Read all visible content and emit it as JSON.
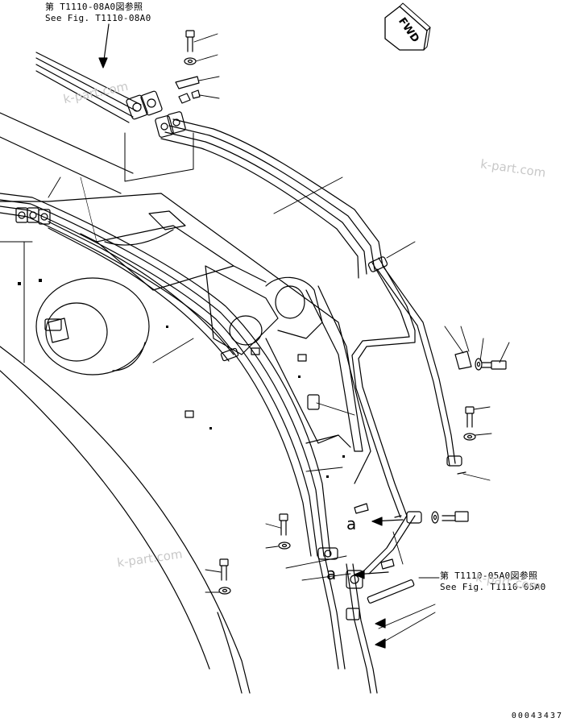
{
  "references": {
    "top": {
      "line1": "第 T1110-08A0図参照",
      "line2": "See Fig. T1110-08A0"
    },
    "bottom": {
      "line1": "第 T1110-05A0図参照",
      "line2": "See Fig. T1110-05A0"
    }
  },
  "direction_label": "FWD",
  "detail_marks": [
    "a",
    "a"
  ],
  "watermarks": [
    "k-part.com",
    "k-part.com",
    "k-part.com",
    "k-part.com"
  ],
  "document_number": "00043437",
  "icons": [
    "fwd-arrow-icon",
    "bolt-icon",
    "washer-icon",
    "clamp-icon"
  ],
  "colors": {
    "line": "#000000",
    "paper": "#ffffff",
    "watermark": "#c8c8c8"
  }
}
